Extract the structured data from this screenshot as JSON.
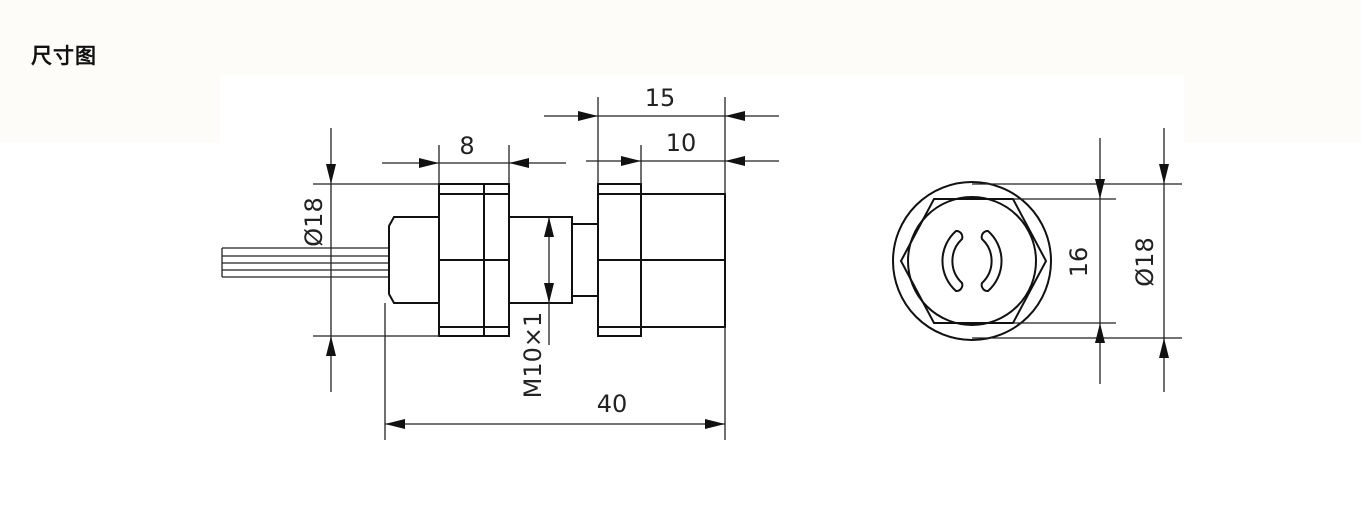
{
  "page": {
    "title": "尺寸图"
  },
  "drawing": {
    "side_view": {
      "dim_overall_length": "40",
      "dim_nut_width": "8",
      "dim_head_length": "15",
      "dim_thread_length": "10",
      "dim_outer_diameter": "Ø18",
      "dim_thread_spec": "M10×1"
    },
    "end_view": {
      "dim_across_flats": "16",
      "dim_outer_diameter": "Ø18"
    }
  }
}
